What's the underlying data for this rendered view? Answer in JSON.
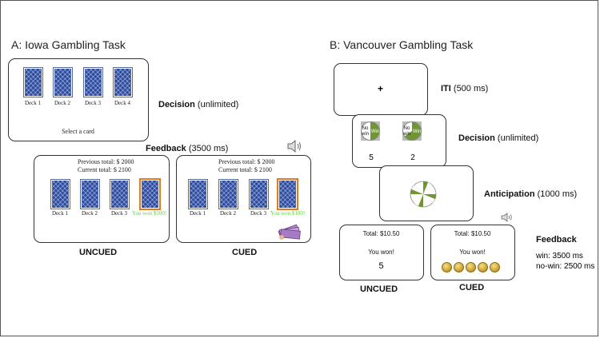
{
  "panel_a": {
    "title": "A: Iowa Gambling Task",
    "decision_label": "Decision",
    "decision_note": "(unlimited)",
    "decks": [
      "Deck 1",
      "Deck 2",
      "Deck 3",
      "Deck 4"
    ],
    "select_prompt": "Select a card",
    "feedback_label": "Feedback",
    "feedback_note": "(3500 ms)",
    "previous_total": "Previous total: $ 2000",
    "current_total": "Current total:  $ 2100",
    "fb_decks": [
      "Deck 1",
      "Deck 2",
      "Deck 3"
    ],
    "win_message": "You won $100!",
    "uncued": "UNCUED",
    "cued": "CUED"
  },
  "panel_b": {
    "title": "B: Vancouver Gambling Task",
    "fixation": "+",
    "iti_label": "ITI",
    "iti_note": "(500 ms)",
    "decision_label": "Decision",
    "decision_note": "(unlimited)",
    "no_win": "No\nwin",
    "win": "Win",
    "option_values": [
      "5",
      "2"
    ],
    "anticipation_label": "Anticipation",
    "anticipation_note": "(1000 ms)",
    "total": "Total: $10.50",
    "you_won": "You won!",
    "won_value": "5",
    "feedback_label": "Feedback",
    "win_time": "win: 3500 ms",
    "nowin_time": "no-win: 2500 ms",
    "uncued": "UNCUED",
    "cued": "CUED"
  },
  "colors": {
    "card_blue": "#2b4aa0",
    "win_green": "#6ad04a",
    "pie_green": "#6f9632",
    "selected_border": "#e07a1f"
  }
}
